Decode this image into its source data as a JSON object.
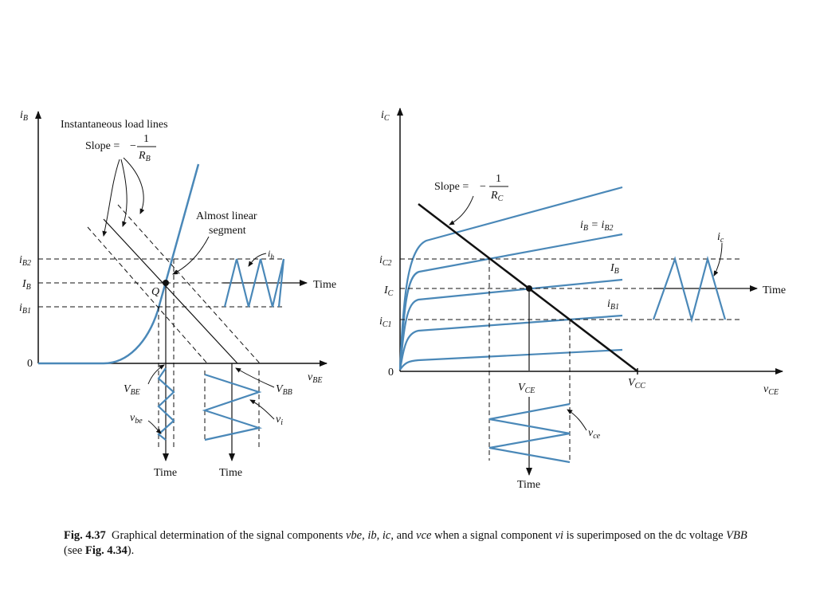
{
  "left": {
    "y_axis": "iB",
    "x_axis": "vBE",
    "origin": "0",
    "ticks": {
      "iB2": "iB2",
      "IB": "IB",
      "iB1": "iB1"
    },
    "load_lines_title": "Instantaneous load lines",
    "slope_word": "Slope =",
    "slope_minus": "−",
    "slope_num": "1",
    "slope_den": "RB",
    "almost_linear_1": "Almost linear",
    "almost_linear_2": "segment",
    "q_label": "Q",
    "ib_wave": "ib",
    "time_h": "Time",
    "vbe_dc": "VBE",
    "vbe_ac": "vbe",
    "vbb": "VBB",
    "vi": "vi",
    "time_v1": "Time",
    "time_v2": "Time"
  },
  "right": {
    "y_axis": "iC",
    "x_axis": "vCE",
    "origin": "0",
    "ticks": {
      "iC2": "iC2",
      "IC": "IC",
      "iC1": "iC1"
    },
    "slope_word": "Slope =",
    "slope_minus": "−",
    "slope_num": "1",
    "slope_den": "RC",
    "ib_eq_ib2": "iB = iB2",
    "IB": "IB",
    "iB1": "iB1",
    "ic_wave": "ic",
    "time_h": "Time",
    "vce_dc": "VCE",
    "vcc": "VCC",
    "vce_ac": "vce",
    "time_v": "Time"
  },
  "caption": {
    "fig_label": "Fig. 4.37",
    "text_1": "Graphical determination of the signal components ",
    "vbe": "vbe",
    "sep1": ", ",
    "ib": "ib",
    "sep2": ", ",
    "ic": "ic",
    "sep3": ", and ",
    "vce": "vce",
    "text_2": " when a signal component ",
    "vi": "vi",
    "text_3": " is superimposed on the dc voltage ",
    "vbb": "VBB",
    "text_4": " (see ",
    "ref": "Fig. 4.34",
    "text_5": ")."
  },
  "colors": {
    "curve": "#4a88b8",
    "axis": "#111111",
    "load_line": "#111111"
  }
}
